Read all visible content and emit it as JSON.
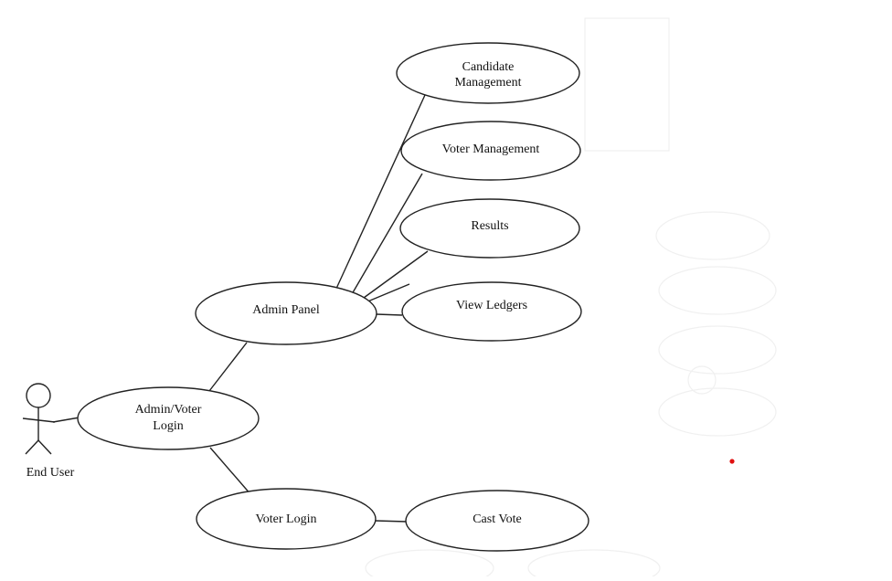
{
  "diagram": {
    "actor": {
      "label": "End User"
    },
    "use_cases": {
      "admin_voter_login": [
        "Admin/Voter",
        "Login"
      ],
      "admin_panel": [
        "Admin Panel"
      ],
      "voter_login": [
        "Voter Login"
      ],
      "candidate_management": [
        "Candidate",
        "Management"
      ],
      "voter_management": [
        "Voter Management"
      ],
      "results": [
        "Results"
      ],
      "view_ledgers": [
        "View Ledgers"
      ],
      "cast_vote": [
        "Cast Vote"
      ]
    },
    "connections": [
      [
        "End User",
        "Admin/Voter Login"
      ],
      [
        "Admin/Voter Login",
        "Admin Panel"
      ],
      [
        "Admin/Voter Login",
        "Voter Login"
      ],
      [
        "Admin Panel",
        "Candidate Management"
      ],
      [
        "Admin Panel",
        "Voter Management"
      ],
      [
        "Admin Panel",
        "Results"
      ],
      [
        "Admin Panel",
        "View Ledgers"
      ],
      [
        "Voter Login",
        "Cast Vote"
      ]
    ],
    "colors": {
      "line": "#222222",
      "marker": "#e01010"
    }
  }
}
